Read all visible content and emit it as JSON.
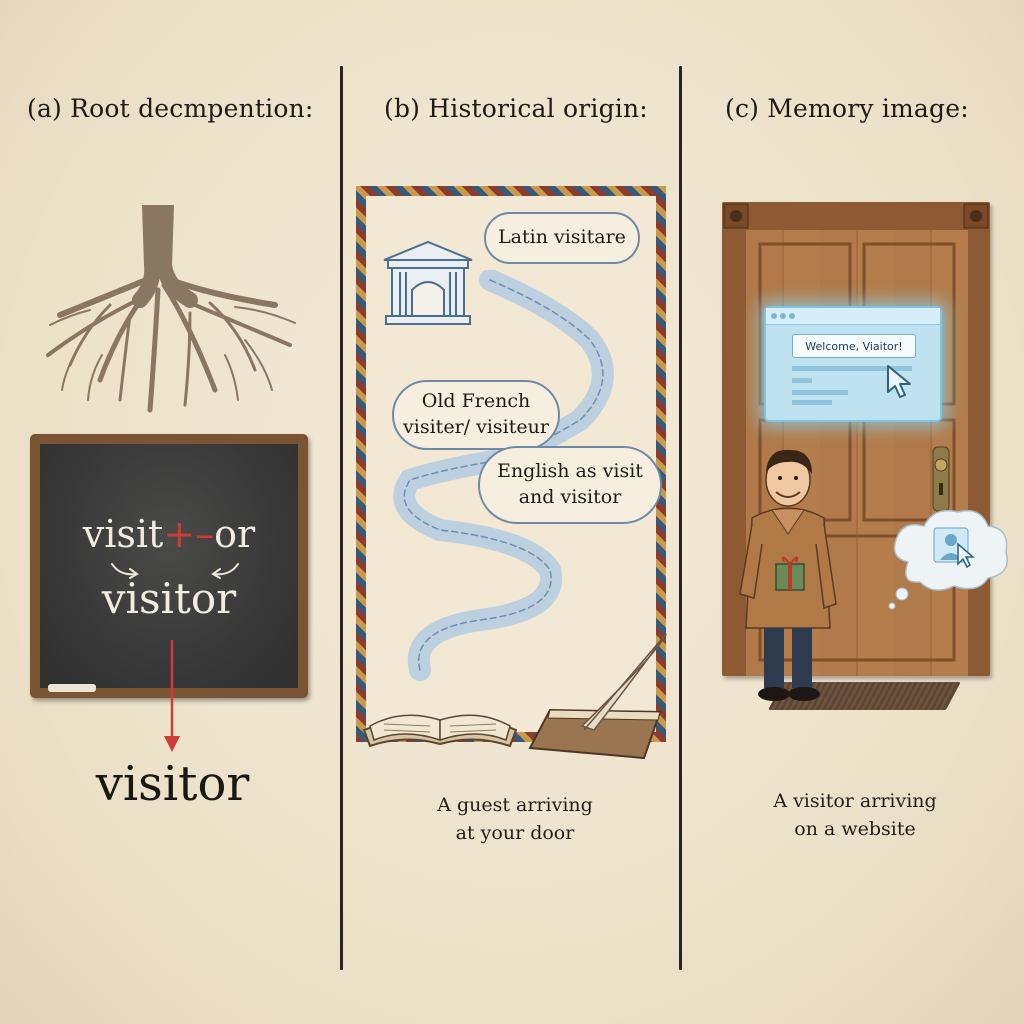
{
  "panels": {
    "a": {
      "heading": "(a) Root decmpention:",
      "chalk_root": "visit",
      "chalk_plus": "+–",
      "chalk_suffix": "or",
      "chalk_result": "visitor",
      "final_word": "visitor"
    },
    "b": {
      "heading": "(b) Historical origin:",
      "bubble_latin": "Latin visitare",
      "bubble_french_line1": "Old French",
      "bubble_french_line2": "visiter/ visiteur",
      "bubble_english_line1": "English as visit",
      "bubble_english_line2": "and visitor",
      "caption_line1": "A guest arriving",
      "caption_line2": "at your door"
    },
    "c": {
      "heading": "(c) Memory image:",
      "welcome_text": "Welcome, Viaitor!",
      "caption_line1": "A visitor arriving",
      "caption_line2": "on a website"
    }
  },
  "colors": {
    "background": "#efe4cf",
    "chalk_red": "#d23a36",
    "glow_blue": "#bfe2f1",
    "wood": "#b07a4a"
  },
  "icons": [
    "tree-roots-icon",
    "chalk-arrow-icon",
    "temple-icon",
    "scroll-ribbon-icon",
    "open-book-icon",
    "quill-icon",
    "closed-book-icon",
    "cursor-icon",
    "person-icon",
    "gift-icon",
    "door-knob-icon",
    "thought-cloud-icon",
    "user-avatar-icon"
  ]
}
